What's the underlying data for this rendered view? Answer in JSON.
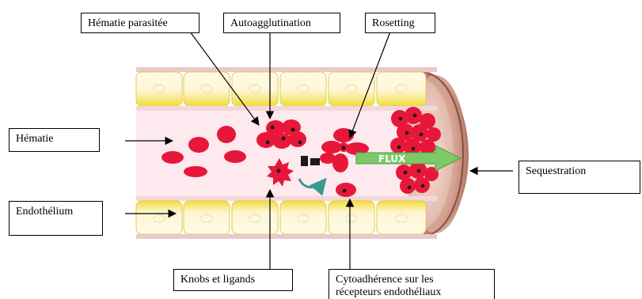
{
  "labels": {
    "hematie_parasitee": "Hématie parasitée",
    "autoagglutination": "Autoagglutination",
    "rosetting": "Rosetting",
    "hematie": "Hématie",
    "endothelium": "Endothélium",
    "sequestration": "Sequestration",
    "knobs": "Knobs et ligands",
    "cytoadherence_line1": "Cytoadhérence sur les",
    "cytoadherence_line2": "récepteurs endothéliaux"
  },
  "flux": "FLUX",
  "colors": {
    "red_cell": "#e8173a",
    "cell_cream": "#fdf6d6",
    "cell_yellow": "#f2dc3c",
    "vessel_interior": "#fde9ee",
    "vessel_end": "#c08a7a",
    "flux_arrow": "#7cc96a",
    "parasite": "#1a1a1a"
  }
}
